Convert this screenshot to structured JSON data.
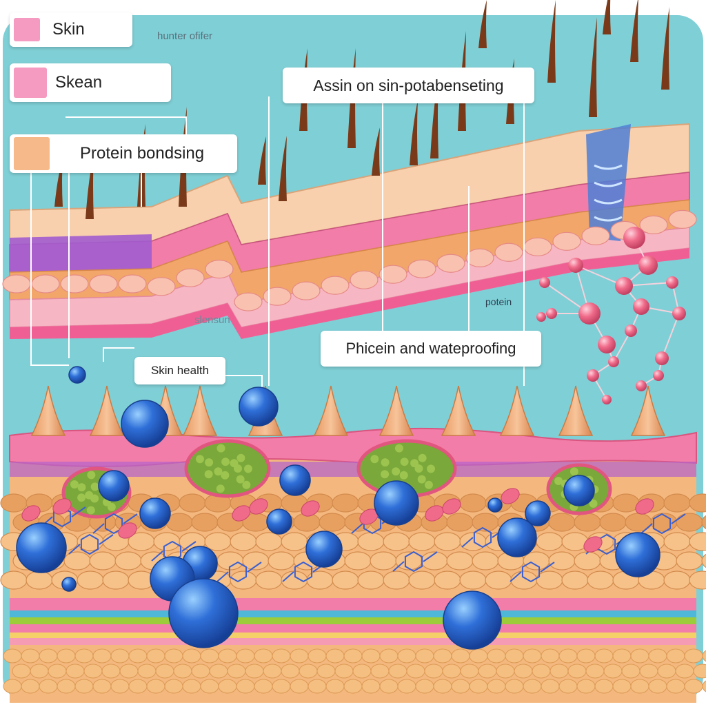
{
  "colors": {
    "background": "#7fcfd6",
    "surface": "#f6c9a2",
    "pink_layer": "#f27da8",
    "purple_layer": "#a15ccf",
    "hair": "#7a3a1a",
    "blue_spheres": "#2f6fd8",
    "green_cells": "#7aa83a",
    "protein_network": "#f06b8a"
  },
  "legend": [
    {
      "label": "Skin",
      "swatch": "#f59ac0"
    },
    {
      "label": "Skean",
      "swatch": "#f59ac0"
    },
    {
      "label": "Protein bondsing",
      "swatch": "#f6b98a"
    }
  ],
  "callouts": {
    "top": "Assin on sin-potabenseting",
    "middle": "Phicein and wateproofing",
    "small": "Skin health"
  },
  "floating_labels": {
    "top_right_text": "hunter ofifer",
    "potein": "potein",
    "slensun": "slensun"
  }
}
